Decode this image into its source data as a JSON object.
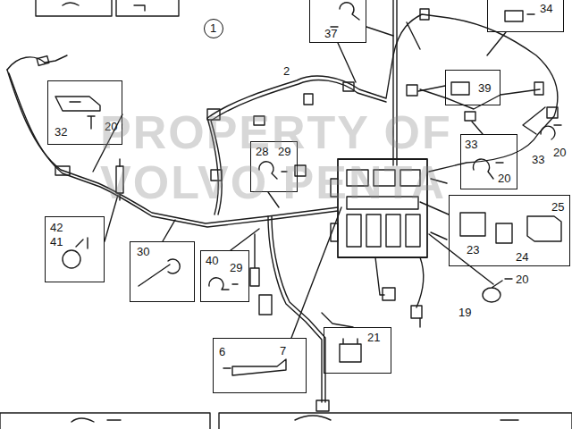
{
  "diagram": {
    "nodes": [
      {
        "text": [
          "1"
        ]
      },
      {
        "text": [
          "37"
        ]
      },
      {
        "text": [
          "34"
        ]
      },
      {
        "text": [
          "39"
        ]
      },
      {
        "text": [
          "32",
          "20"
        ]
      },
      {
        "text": [
          "28",
          "29"
        ]
      },
      {
        "text": [
          "33",
          "20"
        ]
      },
      {
        "text": [
          "25",
          "23",
          "24"
        ]
      },
      {
        "text": [
          "42",
          "41"
        ]
      },
      {
        "text": [
          "30"
        ]
      },
      {
        "text": [
          "40",
          "29"
        ]
      },
      {
        "text": [
          "6",
          "7"
        ]
      },
      {
        "text": [
          "21"
        ]
      }
    ],
    "labels": [
      "2",
      "33",
      "20",
      "19",
      "20",
      "PROPERTY OF VOLVO PENTA"
    ]
  }
}
